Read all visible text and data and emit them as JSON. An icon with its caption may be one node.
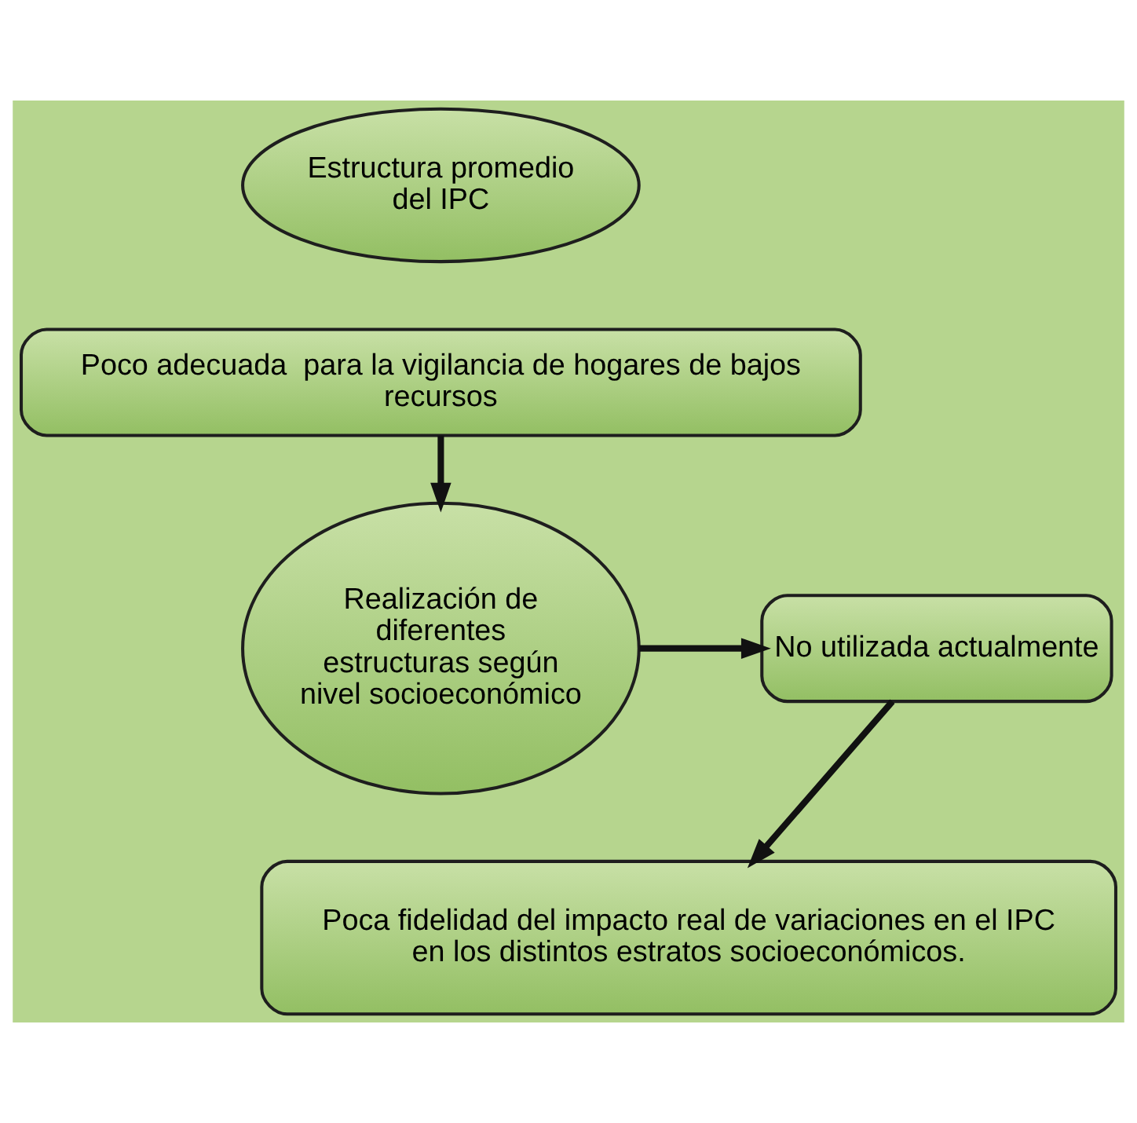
{
  "diagram": {
    "nodes": [
      {
        "text": [
          "Estructura promedio del IPC"
        ]
      },
      {
        "text": [
          "Poco adecuada  para la vigilancia de hogares de bajos recursos"
        ]
      },
      {
        "text": [
          "Realización de diferentes estructuras según nivel socioeconómico"
        ]
      },
      {
        "text": [
          "No utilizada actualmente"
        ]
      },
      {
        "text": [
          "Poca fidelidad del impacto real de variaciones en el IPC en los distintos estratos socioeconómicos."
        ]
      }
    ],
    "edges": [
      {
        "from": 1,
        "to": 2,
        "arrow": "to"
      },
      {
        "from": 2,
        "to": 3,
        "arrow": "to"
      },
      {
        "from": 3,
        "to": 4,
        "arrow": "to"
      }
    ]
  }
}
